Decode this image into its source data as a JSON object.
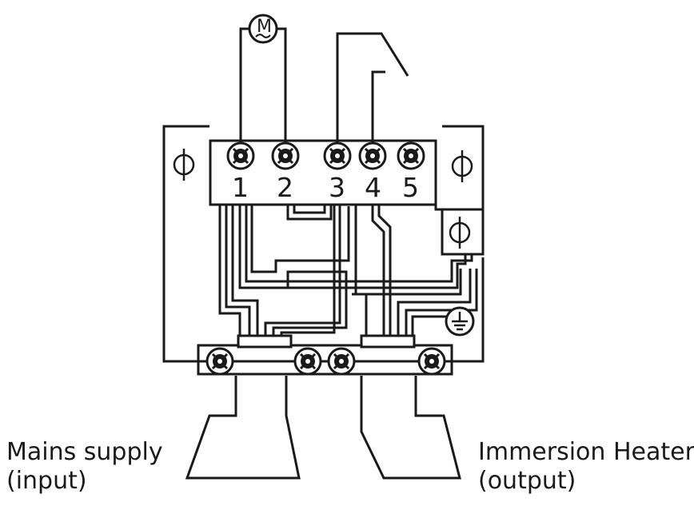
{
  "terminals": {
    "t1": "1",
    "t2": "2",
    "t3": "3",
    "t4": "4",
    "t5": "5"
  },
  "motor": {
    "letter": "M",
    "icon": "motor-symbol-icon"
  },
  "earth": {
    "icon": "earth-ground-icon"
  },
  "labels": {
    "mains_line1": "Mains supply",
    "mains_line2": "(input)",
    "heater_line1": "Immersion Heater",
    "heater_line2": "(output)"
  },
  "colors": {
    "ink": "#1a1a1a",
    "background": "#ffffff"
  }
}
